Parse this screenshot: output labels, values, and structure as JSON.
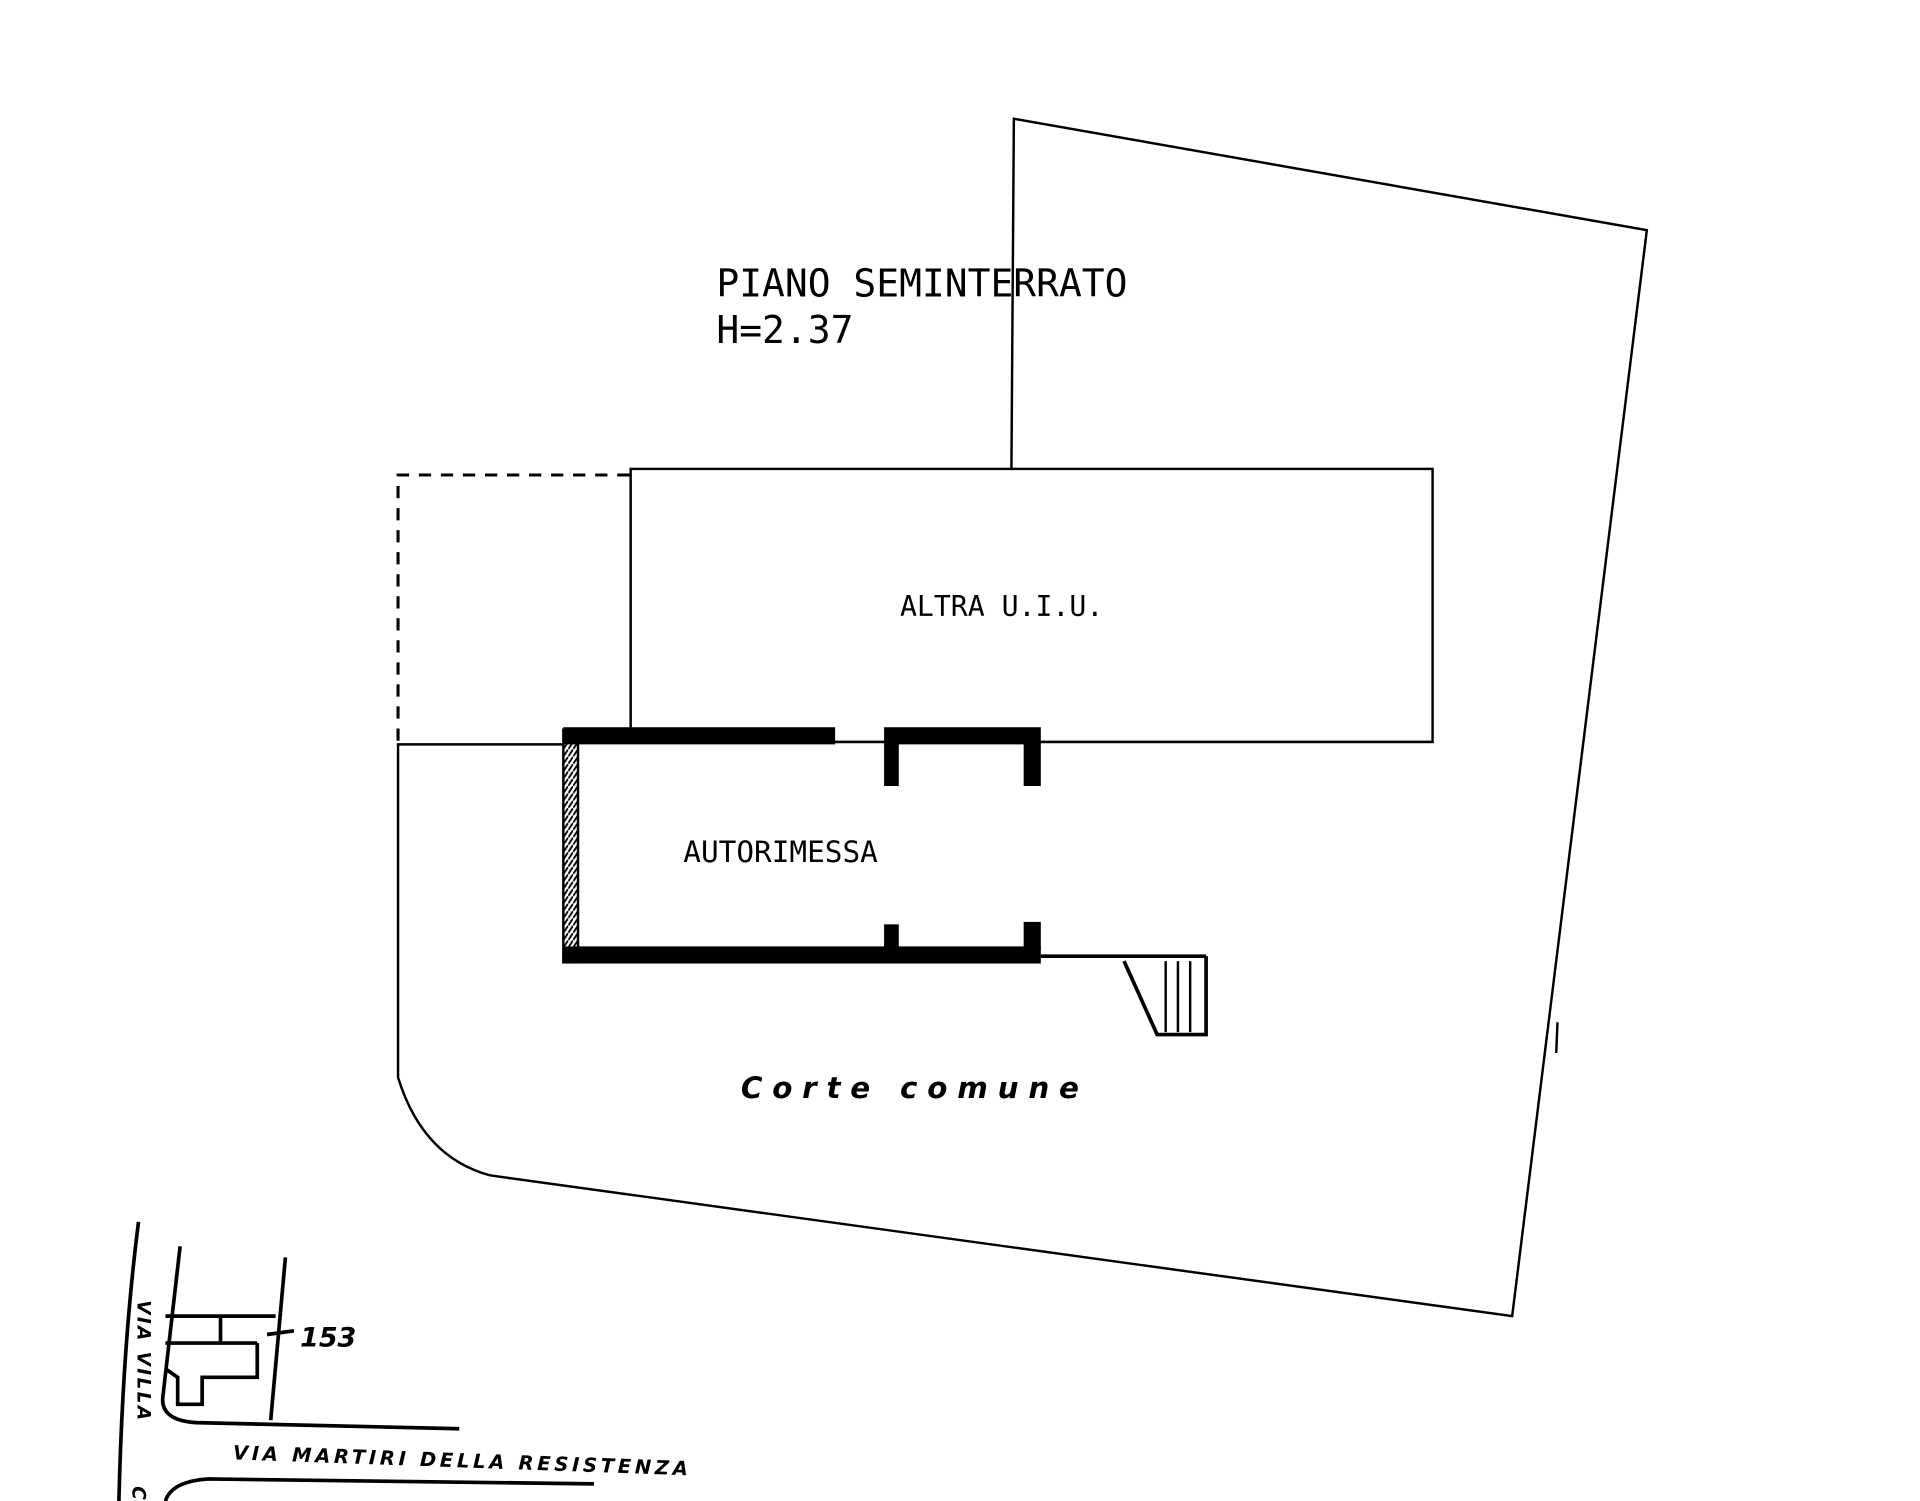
{
  "title": {
    "line1": "PIANO SEMINTERRATO",
    "line2": "H=2.37"
  },
  "rooms": {
    "other_unit": "ALTRA U.I.U.",
    "garage": "AUTORIMESSA"
  },
  "courtyard": "Corte comune",
  "location_map": {
    "parcel": "153",
    "street_vertical": "VIA VILLA",
    "street_horizontal": "VIA MARTIRI DELLA RESISTENZA",
    "street_vertical_fragment": "C"
  },
  "colors": {
    "ink": "#000000",
    "paper": "#ffffff"
  }
}
